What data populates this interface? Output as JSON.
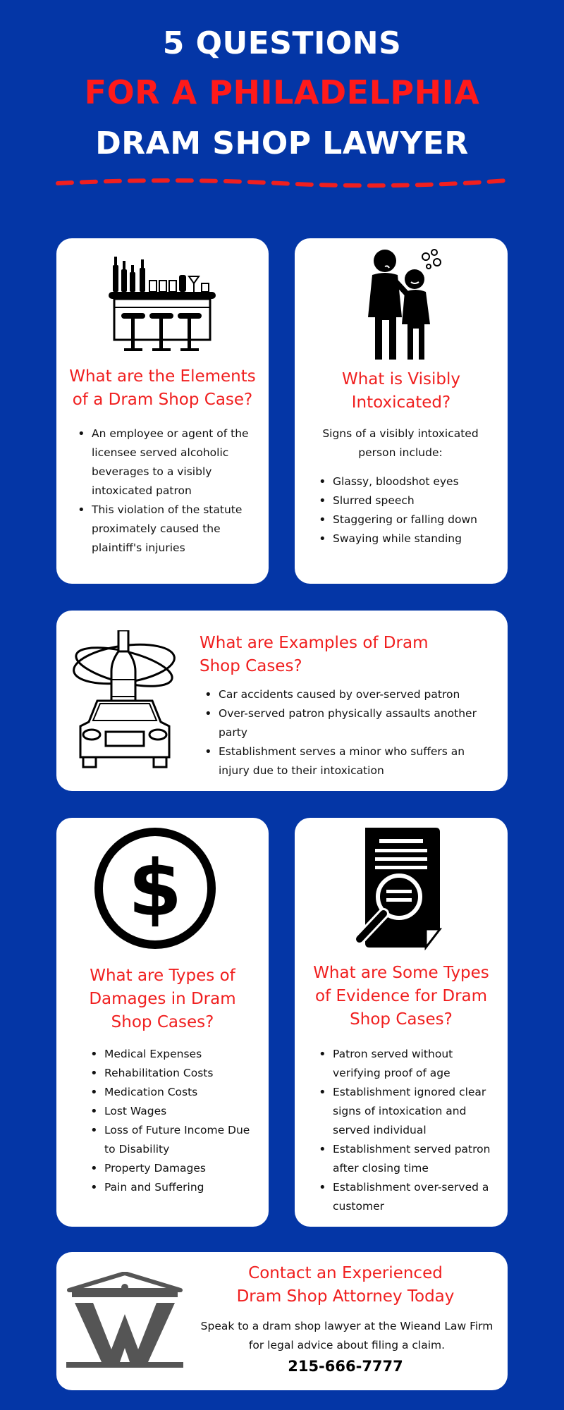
{
  "header": {
    "line1": "5 QUESTIONS",
    "line2": "FOR A PHILADELPHIA",
    "line3": "DRAM SHOP LAWYER"
  },
  "colors": {
    "background": "#0436a6",
    "accent_red": "#f01f1f",
    "card": "#ffffff"
  },
  "sections": {
    "elements": {
      "icon": "bar-icon",
      "title_line1": "What are the Elements",
      "title_line2": "of a Dram Shop Case?",
      "items": [
        "An employee or agent of the licensee served alcoholic beverages to a visibly intoxicated patron",
        "This violation of the statute proximately caused the plaintiff's injuries"
      ]
    },
    "visibly": {
      "icon": "drunk-people-icon",
      "title_line1": "What is Visibly",
      "title_line2": "Intoxicated?",
      "lead": "Signs of a visibly intoxicated person include:",
      "items": [
        "Glassy, bloodshot eyes",
        "Slurred speech",
        "Staggering or falling down",
        "Swaying while standing"
      ]
    },
    "examples": {
      "icon": "car-bottle-icon",
      "title_line1": "What are Examples of Dram",
      "title_line2": "Shop Cases?",
      "items": [
        "Car accidents caused by over-served patron",
        "Over-served patron physically assaults another party",
        "Establishment serves a minor who suffers an injury due to their intoxication"
      ]
    },
    "damages": {
      "icon": "dollar-icon",
      "title_line1": "What are Types of",
      "title_line2": "Damages in Dram",
      "title_line3": "Shop Cases?",
      "items": [
        "Medical Expenses",
        "Rehabilitation Costs",
        "Medication Costs",
        "Lost Wages",
        "Loss of Future Income Due to Disability",
        "Property Damages",
        "Pain and Suffering"
      ]
    },
    "evidence": {
      "icon": "document-magnifier-icon",
      "title_line1": "What are Some Types",
      "title_line2": "of Evidence for Dram",
      "title_line3": "Shop Cases?",
      "items": [
        "Patron served without verifying proof of age",
        "Establishment ignored clear signs of intoxication and served individual",
        "Establishment served patron after closing time",
        "Establishment over-served a customer"
      ]
    },
    "contact": {
      "icon": "wieand-logo-icon",
      "title_line1": "Contact an Experienced",
      "title_line2": "Dram Shop Attorney Today",
      "body": "Speak to a dram shop lawyer at the Wieand Law Firm for legal advice about filing a claim.",
      "phone": "215-666-7777"
    }
  }
}
